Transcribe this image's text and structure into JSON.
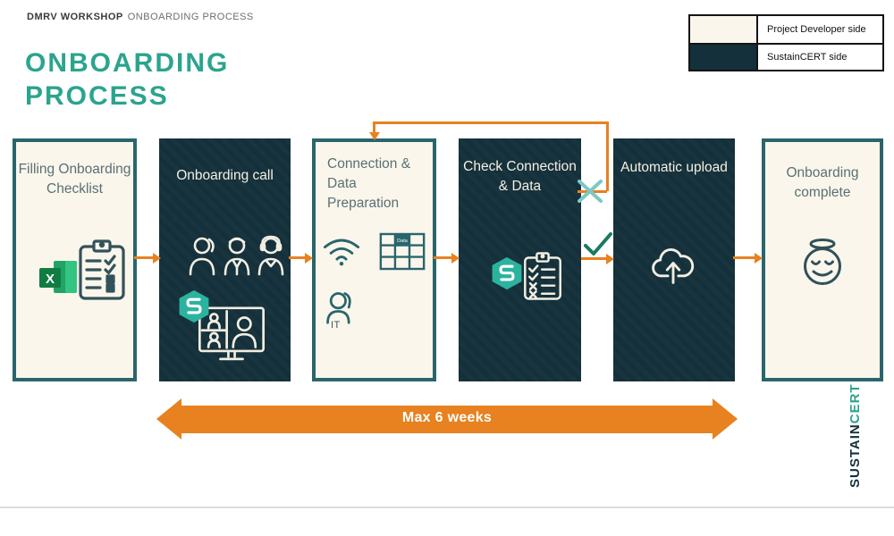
{
  "header": {
    "kicker_primary": "DMRV WORKSHOP",
    "kicker_secondary": "ONBOARDING PROCESS",
    "title_line1": "ONBOARDING",
    "title_line2": "PROCESS"
  },
  "legend": {
    "items": [
      {
        "label": "Project Developer side",
        "swatch_color": "#FAF6EC"
      },
      {
        "label": "SustainCERT side",
        "swatch_color": "#14303A"
      }
    ]
  },
  "steps": [
    {
      "label": "Filling Onboarding Checklist",
      "side": "project-developer",
      "icons": [
        "excel-icon",
        "checklist-clipboard-icon"
      ]
    },
    {
      "label": "Onboarding call",
      "side": "sustaincert",
      "icons": [
        "attendees-icon",
        "sustaincert-logo-icon",
        "video-call-monitor-icon"
      ]
    },
    {
      "label": "Connection & Data Preparation",
      "side": "project-developer",
      "icons": [
        "wifi-icon",
        "data-table-icon",
        "it-person-icon"
      ],
      "data_cell_label": "Data",
      "it_label": "IT"
    },
    {
      "label": "Check Connection & Data",
      "side": "sustaincert",
      "icons": [
        "sustaincert-logo-icon",
        "check-x-clipboard-icon"
      ]
    },
    {
      "label": "Automatic upload",
      "side": "sustaincert",
      "icons": [
        "cloud-upload-icon"
      ]
    },
    {
      "label": "Onboarding complete",
      "side": "project-developer",
      "icons": [
        "halo-smiley-icon"
      ]
    }
  ],
  "flow_markers": {
    "fail": "x-icon",
    "pass": "check-icon"
  },
  "timeline": {
    "label": "Max 6 weeks"
  },
  "branding": {
    "wordmark_dark": "SUSTAIN",
    "wordmark_teal": "CERT"
  },
  "colors": {
    "teal_heading": "#2BA48E",
    "teal_border": "#2A656C",
    "dark_navy": "#14303A",
    "cream": "#FAF6EC",
    "orange": "#E8811F",
    "x_mark_teal": "#7CC8C3",
    "check_green": "#1A7A5F",
    "hexagon_teal": "#2CB39F",
    "muted_text": "#5A7074"
  }
}
